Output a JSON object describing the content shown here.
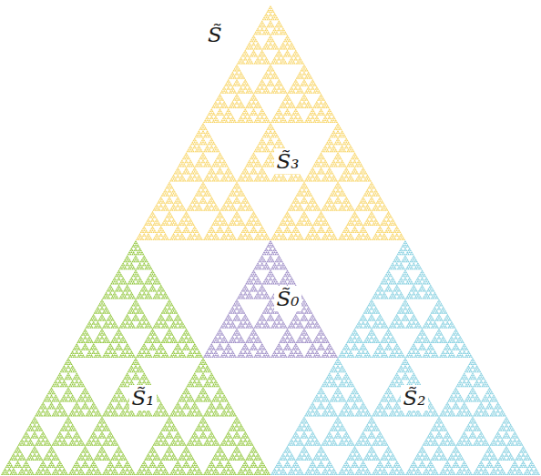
{
  "diagram": {
    "labels": [
      "S̃",
      "S̃₃",
      "S̃₀",
      "S̃₁",
      "S̃₂"
    ]
  }
}
